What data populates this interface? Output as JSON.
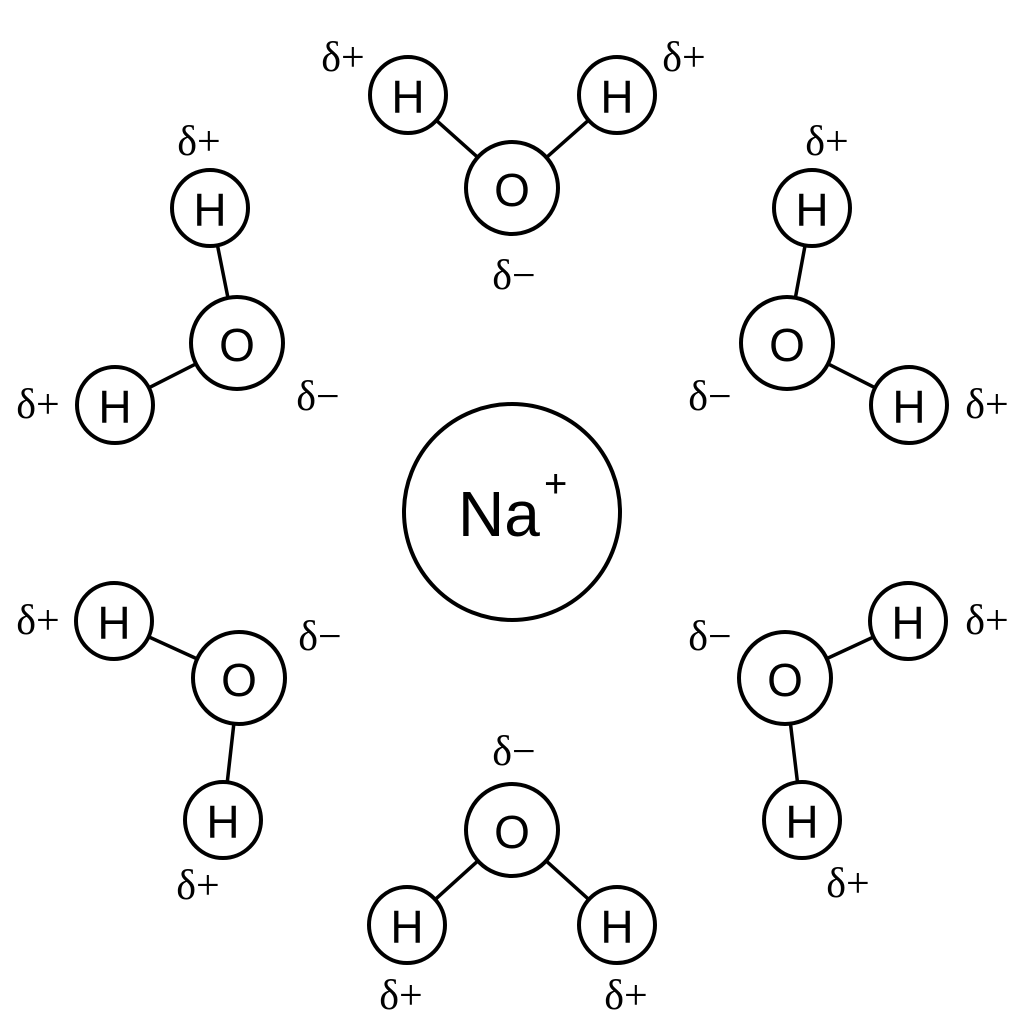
{
  "ion": {
    "symbol": "Na",
    "charge": "+"
  },
  "elements": {
    "oxygen": "O",
    "hydrogen": "H"
  },
  "partial_charges": {
    "positive": "δ+",
    "negative": "δ−"
  },
  "water_count": 6
}
